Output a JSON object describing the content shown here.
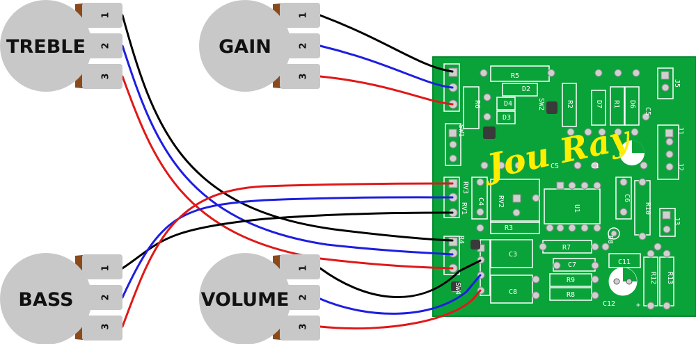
{
  "colors": {
    "pcb": "#0aa33a",
    "pcb_edge": "#07892f",
    "silk": "#ffffff",
    "pad": "#d0d0d0",
    "pot_body": "#c8c8c8",
    "pot_lug": "#8a4a1c",
    "wire_black": "#000000",
    "wire_blue": "#1e1ee0",
    "wire_red": "#e01818",
    "signature": "#ffee00"
  },
  "pots": [
    {
      "id": "treble",
      "label": "TREBLE",
      "pins": [
        "1",
        "2",
        "3"
      ]
    },
    {
      "id": "gain",
      "label": "GAIN",
      "pins": [
        "1",
        "2",
        "3"
      ]
    },
    {
      "id": "bass",
      "label": "BASS",
      "pins": [
        "1",
        "2",
        "3"
      ]
    },
    {
      "id": "volume",
      "label": "VOLUME",
      "pins": [
        "1",
        "2",
        "3"
      ]
    }
  ],
  "pcb": {
    "signature": "Jou Ray",
    "silkscreen": [
      "R5",
      "D2",
      "R6",
      "D4",
      "D3",
      "SW2",
      "R2",
      "D7",
      "R1",
      "D6",
      "C5",
      "J5",
      "SW1",
      "J1",
      "J2",
      "C1",
      "C5",
      "RV3",
      "C4",
      "RV2",
      "U1",
      "C6",
      "R10",
      "RV1",
      "R3",
      "J3",
      "R4",
      "R7",
      "D8",
      "SW4",
      "C3",
      "C7",
      "C11",
      "R12",
      "R13",
      "R9",
      "R8",
      "C8",
      "C12",
      "+"
    ]
  }
}
